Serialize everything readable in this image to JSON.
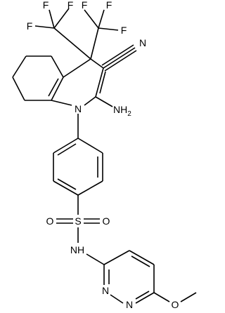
{
  "atoms": {
    "f1": "F",
    "f2": "F",
    "f3": "F",
    "f4": "F",
    "f5": "F",
    "f6": "F",
    "n_nitrile": "N",
    "n_ring": "N",
    "nh2": "NH",
    "nh2_sub": "2",
    "s": "S",
    "o1": "O",
    "o2": "O",
    "nh": "NH",
    "n_pyr1": "N",
    "n_pyr2": "N",
    "o_methoxy": "O"
  },
  "colors": {
    "bond": "#000000",
    "label": "#000000",
    "background": "#ffffff"
  }
}
